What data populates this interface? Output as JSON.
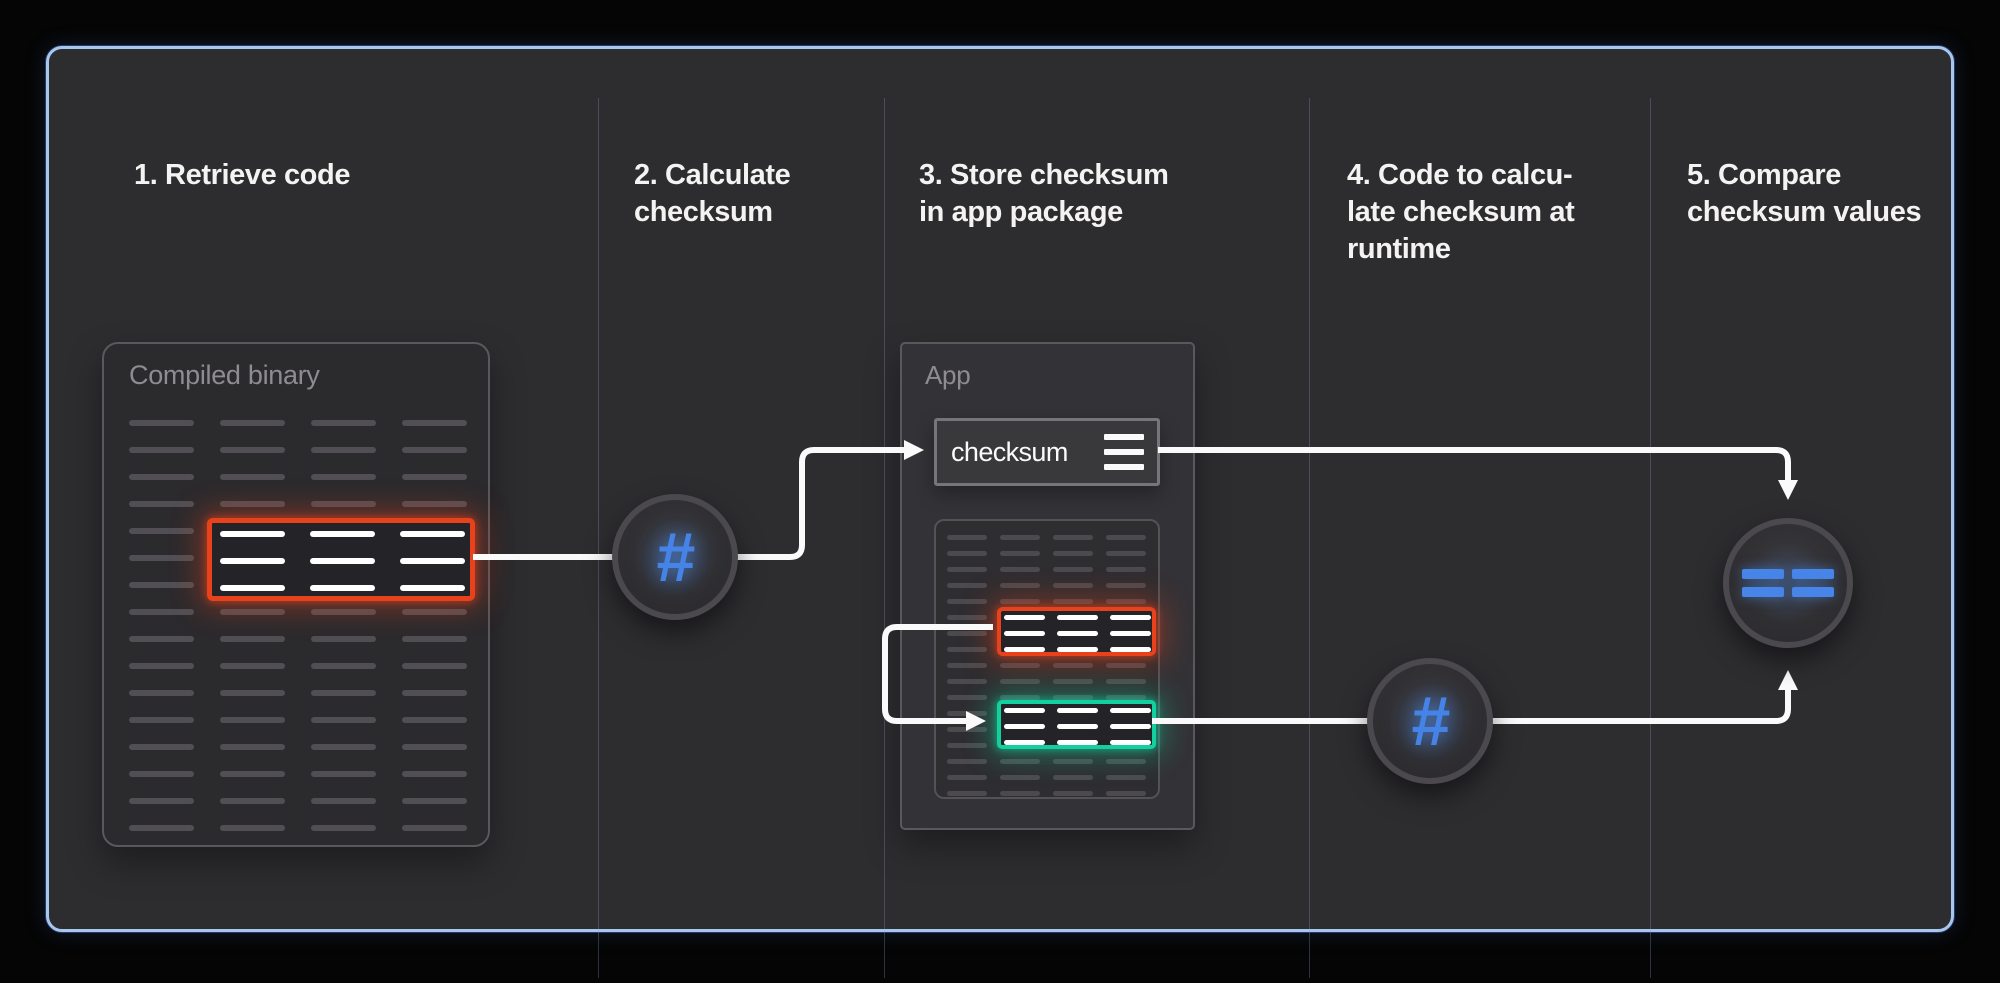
{
  "steps": [
    {
      "title": "1. Retrieve code"
    },
    {
      "title": "2. Calculate\nchecksum"
    },
    {
      "title": "3. Store checksum\nin app package"
    },
    {
      "title": "4. Code to calcu-\nlate checksum at\nruntime"
    },
    {
      "title": "5. Compare\nchecksum values"
    }
  ],
  "compiled_binary": {
    "label": "Compiled binary",
    "code_grid": {
      "rows": 16,
      "cols": 4
    },
    "highlight_grid": {
      "rows": 3,
      "cols": 3
    }
  },
  "app": {
    "label": "App",
    "checksum_chip": {
      "label": "checksum",
      "icon": "hamburger-menu-icon"
    },
    "runtime_doc": {
      "code_grid": {
        "rows": 17,
        "cols": 4
      },
      "stored_highlight_grid": {
        "rows": 3,
        "cols": 3
      },
      "runtime_highlight_grid": {
        "rows": 3,
        "cols": 3
      }
    }
  },
  "nodes": {
    "hash_source": {
      "glyph": "#",
      "icon": "hash-icon"
    },
    "hash_runtime": {
      "glyph": "#",
      "icon": "hash-icon"
    },
    "compare": {
      "icon": "equals-equals-icon"
    }
  },
  "colors": {
    "panel_bg": "#2d2c2f",
    "panel_border": "#a7c6f0",
    "red_highlight": "#e8421c",
    "green_highlight": "#13d19e",
    "blue_glyph": "#4583e6",
    "arrow": "#fafafa"
  }
}
